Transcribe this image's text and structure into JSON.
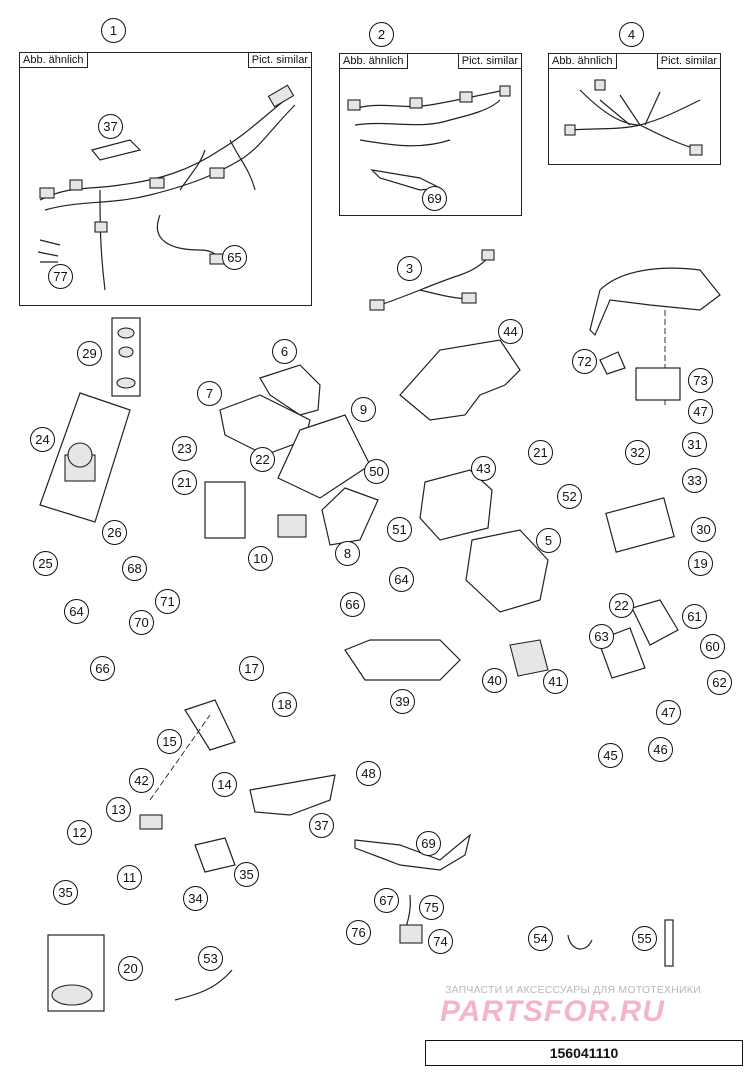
{
  "document": {
    "number": "156041110"
  },
  "frames": {
    "harness_1": {
      "left_tag": "Abb. ähnlich",
      "right_tag": "Pict. similar"
    },
    "harness_2": {
      "left_tag": "Abb. ähnlich",
      "right_tag": "Pict. similar"
    },
    "harness_4": {
      "left_tag": "Abb. ähnlich",
      "right_tag": "Pict. similar"
    }
  },
  "watermark": {
    "tagline": "ЗАПЧАСТИ И АКСЕССУАРЫ ДЛЯ МОТОТЕХНИКИ",
    "logo": "PARTSFOR.RU"
  },
  "callouts": [
    {
      "id": "c1",
      "label": "1"
    },
    {
      "id": "c2",
      "label": "2"
    },
    {
      "id": "c4",
      "label": "4"
    },
    {
      "id": "c37a",
      "label": "37"
    },
    {
      "id": "c69a",
      "label": "69"
    },
    {
      "id": "c65",
      "label": "65"
    },
    {
      "id": "c77",
      "label": "77"
    },
    {
      "id": "c3",
      "label": "3"
    },
    {
      "id": "c44",
      "label": "44"
    },
    {
      "id": "c72",
      "label": "72"
    },
    {
      "id": "c73",
      "label": "73"
    },
    {
      "id": "c47a",
      "label": "47"
    },
    {
      "id": "c29",
      "label": "29"
    },
    {
      "id": "c6",
      "label": "6"
    },
    {
      "id": "c7",
      "label": "7"
    },
    {
      "id": "c9",
      "label": "9"
    },
    {
      "id": "c24",
      "label": "24"
    },
    {
      "id": "c23",
      "label": "23"
    },
    {
      "id": "c22a",
      "label": "22"
    },
    {
      "id": "c21a",
      "label": "21"
    },
    {
      "id": "c50",
      "label": "50"
    },
    {
      "id": "c43",
      "label": "43"
    },
    {
      "id": "c21b",
      "label": "21"
    },
    {
      "id": "c52",
      "label": "52"
    },
    {
      "id": "c31",
      "label": "31"
    },
    {
      "id": "c32",
      "label": "32"
    },
    {
      "id": "c33",
      "label": "33"
    },
    {
      "id": "c26",
      "label": "26"
    },
    {
      "id": "c25",
      "label": "25"
    },
    {
      "id": "c10",
      "label": "10"
    },
    {
      "id": "c8",
      "label": "8"
    },
    {
      "id": "c51",
      "label": "51"
    },
    {
      "id": "c5",
      "label": "5"
    },
    {
      "id": "c30",
      "label": "30"
    },
    {
      "id": "c19",
      "label": "19"
    },
    {
      "id": "c68",
      "label": "68"
    },
    {
      "id": "c64a",
      "label": "64"
    },
    {
      "id": "c71",
      "label": "71"
    },
    {
      "id": "c70",
      "label": "70"
    },
    {
      "id": "c66a",
      "label": "66"
    },
    {
      "id": "c64b",
      "label": "64"
    },
    {
      "id": "c66b",
      "label": "66"
    },
    {
      "id": "c22b",
      "label": "22"
    },
    {
      "id": "c61",
      "label": "61"
    },
    {
      "id": "c63",
      "label": "63"
    },
    {
      "id": "c60",
      "label": "60"
    },
    {
      "id": "c62",
      "label": "62"
    },
    {
      "id": "c39",
      "label": "39"
    },
    {
      "id": "c40",
      "label": "40"
    },
    {
      "id": "c41",
      "label": "41"
    },
    {
      "id": "c17",
      "label": "17"
    },
    {
      "id": "c18",
      "label": "18"
    },
    {
      "id": "c47b",
      "label": "47"
    },
    {
      "id": "c15",
      "label": "15"
    },
    {
      "id": "c45",
      "label": "45"
    },
    {
      "id": "c46",
      "label": "46"
    },
    {
      "id": "c42",
      "label": "42"
    },
    {
      "id": "c14",
      "label": "14"
    },
    {
      "id": "c48",
      "label": "48"
    },
    {
      "id": "c13",
      "label": "13"
    },
    {
      "id": "c37b",
      "label": "37"
    },
    {
      "id": "c12",
      "label": "12"
    },
    {
      "id": "c69b",
      "label": "69"
    },
    {
      "id": "c11",
      "label": "11"
    },
    {
      "id": "c35a",
      "label": "35"
    },
    {
      "id": "c34",
      "label": "34"
    },
    {
      "id": "c35b",
      "label": "35"
    },
    {
      "id": "c67",
      "label": "67"
    },
    {
      "id": "c75",
      "label": "75"
    },
    {
      "id": "c76",
      "label": "76"
    },
    {
      "id": "c74",
      "label": "74"
    },
    {
      "id": "c54",
      "label": "54"
    },
    {
      "id": "c55",
      "label": "55"
    },
    {
      "id": "c20",
      "label": "20"
    },
    {
      "id": "c53",
      "label": "53"
    }
  ]
}
